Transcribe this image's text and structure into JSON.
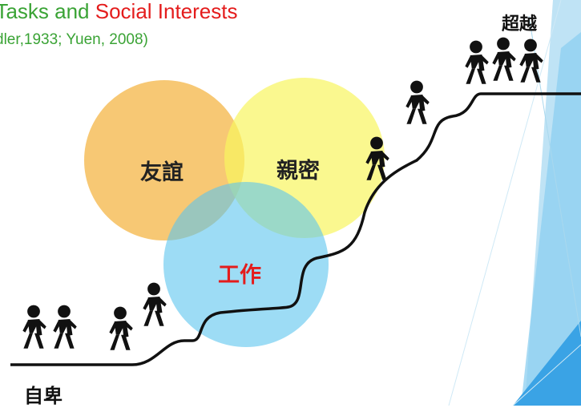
{
  "colors": {
    "green": "#3aa335",
    "red": "#e41c1c",
    "friendship": "#f5b84d",
    "intimacy": "#f8f560",
    "work": "#5cc4ee",
    "ink": "#111111"
  },
  "header": {
    "title_part1": "fe Tasks and ",
    "title_part2": "Social Interests",
    "subtitle": "dler,1933; Yuen, 2008)"
  },
  "venn": {
    "friendship": "友誼",
    "intimacy": "親密",
    "work": "工作"
  },
  "stairs": {
    "bottom_label": "自卑",
    "top_label": "超越"
  },
  "icons": [
    "walking-person-icon"
  ]
}
